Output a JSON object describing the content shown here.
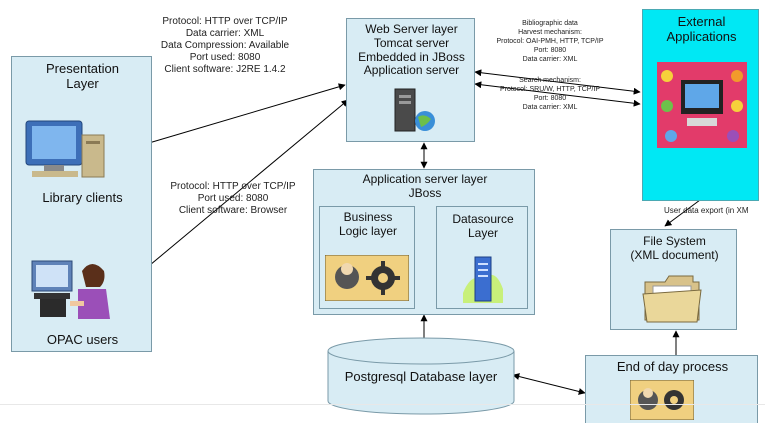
{
  "presentation": {
    "title_lines": [
      "Presentation",
      "Layer"
    ],
    "library_label": "Library clients",
    "opac_label": "OPAC users"
  },
  "webserver": {
    "lines": [
      "Web Server layer",
      "Tomcat server",
      "Embedded in JBoss",
      "Application server"
    ]
  },
  "appserver": {
    "lines": [
      "Application server layer",
      "JBoss"
    ]
  },
  "business": {
    "lines": [
      "Business",
      "Logic layer"
    ]
  },
  "datasource": {
    "lines": [
      "Datasource",
      "Layer"
    ]
  },
  "external": {
    "lines": [
      "External",
      "Applications"
    ]
  },
  "filesystem": {
    "lines": [
      "File System",
      "(XML document)"
    ]
  },
  "endofday": {
    "label": "End of day process"
  },
  "database": {
    "label": "Postgresql Database layer"
  },
  "notes": {
    "protocol_xml": [
      "Protocol: HTTP over TCP/IP",
      "Data carrier: XML",
      "Data Compression: Available",
      "Port used: 8080",
      "Client software: J2RE 1.4.2"
    ],
    "protocol_browser": [
      "Protocol: HTTP over TCP/IP",
      "Port used: 8080",
      "Client software: Browser"
    ],
    "bibliographic": [
      "Bibliographic data",
      "Harvest mechanism:",
      "Protocol: OAI-PMH, HTTP, TCP/IP",
      "Port: 8080",
      "Data carrier: XML"
    ],
    "search": [
      "Search mechanism:",
      "Protocol: SRU/W, HTTP, TCP/IP",
      "Port: 8080",
      "Data carrier: XML"
    ],
    "user_export": "User data export (in XM"
  },
  "colors": {
    "layer_fill": "#d8ecf4",
    "external_fill": "#00e8f4",
    "arrow": "#000000",
    "border": "#7a9aa8"
  }
}
